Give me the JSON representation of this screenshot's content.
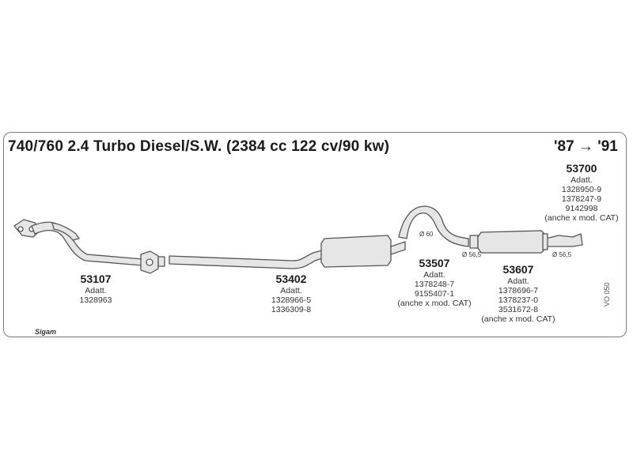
{
  "header": {
    "title": "740/760 2.4 Turbo Diesel/S.W. (2384 cc 122 cv/90 kw)",
    "years": "'87 → '91"
  },
  "parts": [
    {
      "code": "53107",
      "label": "Adatt.",
      "refs": [
        "1328963"
      ]
    },
    {
      "code": "53402",
      "label": "Adatt.",
      "refs": [
        "1328966-5",
        "1336309-8"
      ]
    },
    {
      "code": "53507",
      "label": "Adatt.",
      "refs": [
        "1378248-7",
        "9155407-1",
        "(anche x mod. CAT)"
      ]
    },
    {
      "code": "53607",
      "label": "Adatt.",
      "refs": [
        "1378696-7",
        "1378237-0",
        "3531672-8",
        "(anche x mod. CAT)"
      ]
    },
    {
      "code": "53700",
      "label": "Adatt.",
      "refs": [
        "1328950-9",
        "1378247-9",
        "9142998",
        "(anche x mod. CAT)"
      ]
    }
  ],
  "diameters": {
    "d1": "Ø 60",
    "d2": "Ø 56,5",
    "d3": "Ø 56,5"
  },
  "side_code": "VO 050",
  "brand": "Sigam",
  "colors": {
    "line": "#555555",
    "fill": "#e6e6e6",
    "text": "#222222"
  }
}
